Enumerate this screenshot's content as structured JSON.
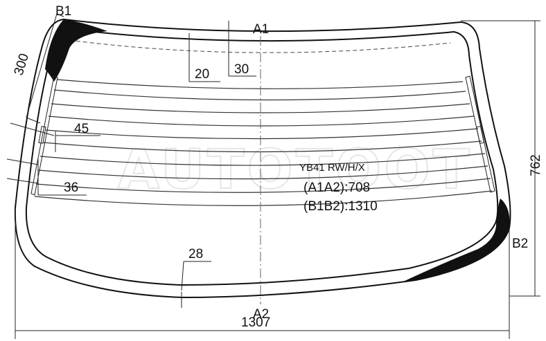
{
  "watermark": "AUTOTOOT",
  "labels": {
    "b1": "B1",
    "b2": "B2",
    "a1": "A1",
    "a2": "A2"
  },
  "dimensions": {
    "top_edge_300": "300",
    "offset_20": "20",
    "offset_30": "30",
    "offset_45": "45",
    "offset_36": "36",
    "offset_28": "28",
    "height_762": "762",
    "width_1307": "1307"
  },
  "info": {
    "code": "YB41 RW/H/X",
    "a1a2": "(A1A2):708",
    "b1b2": "(B1B2):1310"
  }
}
